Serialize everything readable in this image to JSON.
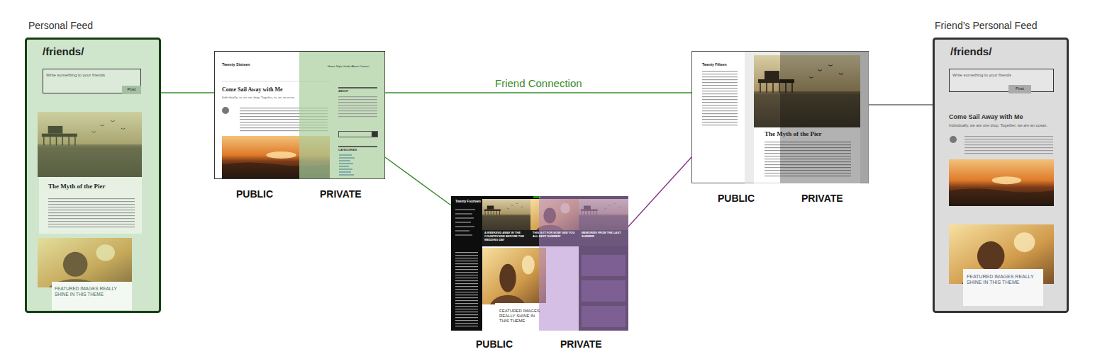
{
  "diagram": {
    "nodes": [
      {
        "text": [
          "Personal Feed",
          "/friends/"
        ]
      },
      {
        "text": [
          "Write something to your friends"
        ],
        "in": 0
      },
      {
        "text": [
          "Post"
        ],
        "in": 0
      },
      {
        "text": [
          "The Myth of the Pier"
        ],
        "in": 0
      },
      {
        "text": [
          "FEATURED IMAGES REALLY SHINE IN THIS THEME"
        ],
        "in": 0
      },
      {
        "text": [
          "Twenty Sixteen",
          "Home Style Guide About Contact",
          "Come Sail Away with Me",
          "Individually, we are one drop. Together, we are an ocean.",
          "ABOUT",
          "CATEGORIES"
        ]
      },
      {
        "text": [
          "Twenty Fourteen",
          "A WEEKEND AWAY IN THE COUNTRYSIDE BEFORE THE WEDDING DAY",
          "THIS IS IT FOR NOW! SEE YOU ALL NEXT SUMMER!",
          "MEMORIES FROM THE LAST SUMMER",
          "FEATURED IMAGES REALLY SHINE IN THIS THEME"
        ]
      },
      {
        "text": [
          "Twenty Fifteen",
          "The Myth of the Pier"
        ]
      },
      {
        "text": [
          "Friend’s Personal Feed",
          "/friends/"
        ]
      },
      {
        "text": [
          "Write something to your friends"
        ],
        "in": 8
      },
      {
        "text": [
          "Post"
        ],
        "in": 8
      },
      {
        "text": [
          "Come Sail Away with Me",
          "Individually, we are one drop. Together, we are an ocean."
        ],
        "in": 8
      },
      {
        "text": [
          "FEATURED IMAGES REALLY SHINE IN THIS THEME"
        ],
        "in": 8
      }
    ],
    "edges": [
      {
        "from": 0,
        "to": 5,
        "arrow": "none"
      },
      {
        "from": 5,
        "to": 7,
        "label": "Friend Connection",
        "arrow": "none"
      },
      {
        "from": 5,
        "to": 6,
        "arrow": "none"
      },
      {
        "from": 6,
        "to": 7,
        "arrow": "none"
      },
      {
        "from": 7,
        "to": 8,
        "arrow": "none"
      }
    ],
    "labels": [
      "PUBLIC",
      "PRIVATE",
      "PUBLIC",
      "PRIVATE",
      "PUBLIC",
      "PRIVATE"
    ]
  }
}
